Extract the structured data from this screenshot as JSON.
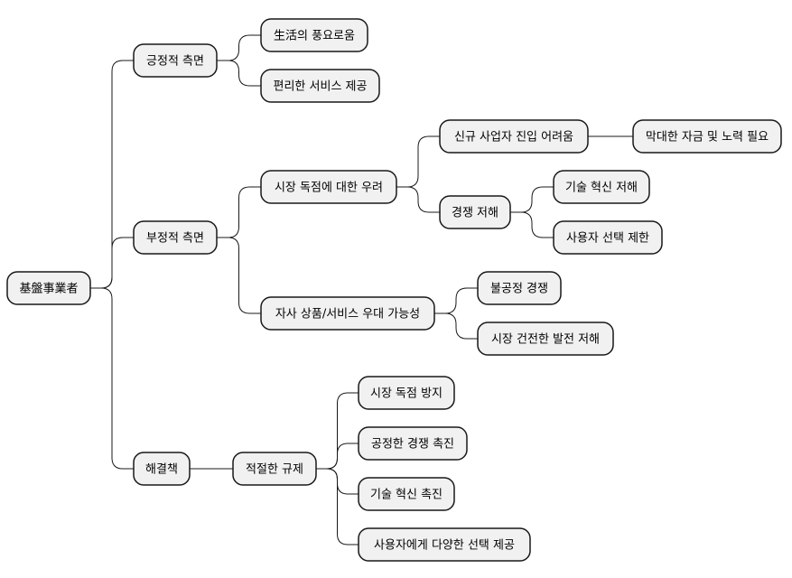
{
  "mindmap": {
    "root": {
      "id": "root",
      "label": "基盤事業者"
    },
    "nodes": [
      {
        "id": "positive",
        "label": "긍정적 측면",
        "parent": "root"
      },
      {
        "id": "pos-1",
        "label": "生活의 풍요로움",
        "parent": "positive"
      },
      {
        "id": "pos-2",
        "label": "편리한 서비스 제공",
        "parent": "positive"
      },
      {
        "id": "negative",
        "label": "부정적 측면",
        "parent": "root"
      },
      {
        "id": "neg-monopoly",
        "label": "시장 독점에 대한 우려",
        "parent": "negative"
      },
      {
        "id": "neg-entry",
        "label": "신규 사업자 진입 어려움",
        "parent": "neg-monopoly"
      },
      {
        "id": "neg-capital",
        "label": "막대한 자금 및 노력 필요",
        "parent": "neg-entry"
      },
      {
        "id": "neg-competition",
        "label": "경쟁 저해",
        "parent": "neg-monopoly"
      },
      {
        "id": "neg-tech",
        "label": "기술 혁신 저해",
        "parent": "neg-competition"
      },
      {
        "id": "neg-choice",
        "label": "사용자 선택 제한",
        "parent": "neg-competition"
      },
      {
        "id": "neg-favor",
        "label": "자사 상품/서비스 우대 가능성",
        "parent": "negative"
      },
      {
        "id": "neg-unfair",
        "label": "불공정 경쟁",
        "parent": "neg-favor"
      },
      {
        "id": "neg-market",
        "label": "시장 건전한 발전 저해",
        "parent": "neg-favor"
      },
      {
        "id": "solution",
        "label": "해결책",
        "parent": "root"
      },
      {
        "id": "sol-regulation",
        "label": "적절한 규제",
        "parent": "solution"
      },
      {
        "id": "sol-1",
        "label": "시장 독점 방지",
        "parent": "sol-regulation"
      },
      {
        "id": "sol-2",
        "label": "공정한 경쟁 촉진",
        "parent": "sol-regulation"
      },
      {
        "id": "sol-3",
        "label": "기술 혁신 촉진",
        "parent": "sol-regulation"
      },
      {
        "id": "sol-4",
        "label": "사용자에게 다양한 선택 제공",
        "parent": "sol-regulation"
      }
    ]
  }
}
